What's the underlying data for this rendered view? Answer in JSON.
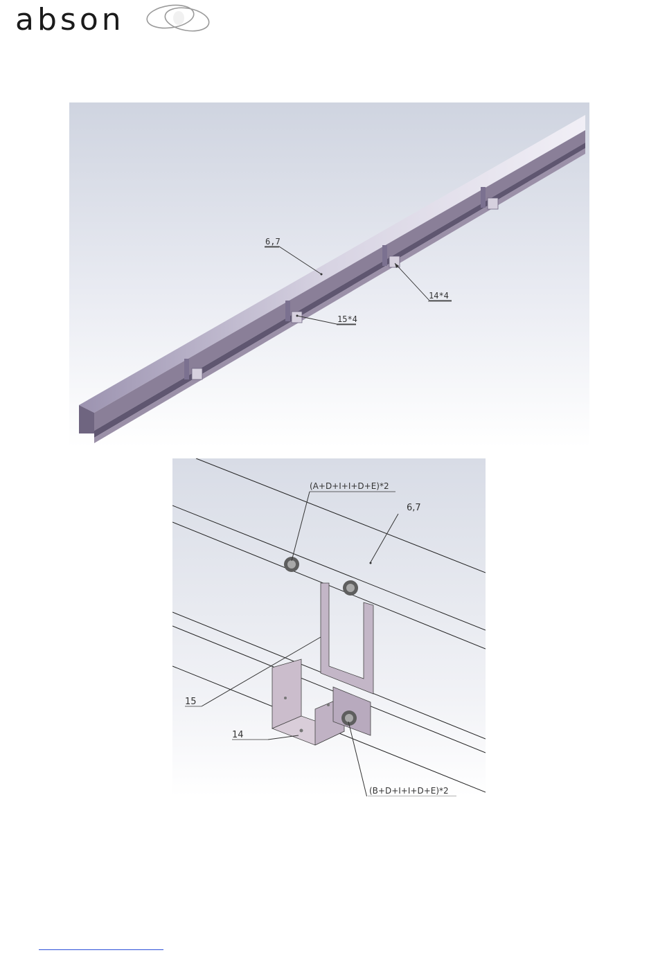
{
  "brand": {
    "name": "absоn"
  },
  "figure1": {
    "callouts": {
      "rail": "6,7",
      "bracket": "14*4",
      "plate": "15*4"
    }
  },
  "figure2": {
    "callouts": {
      "top_bolts": "(A+D+I+I+D+E)*2",
      "rail": "6,7",
      "plate": "15",
      "bracket": "14",
      "bottom_bolts": "(B+D+I+I+D+E)*2"
    }
  },
  "footer": {
    "link_text": ""
  },
  "colors": {
    "steel": "#8a7f95",
    "steel_light": "#b9aec1",
    "plate": "#c9bccb",
    "bg_top": "#d5d9e4"
  }
}
